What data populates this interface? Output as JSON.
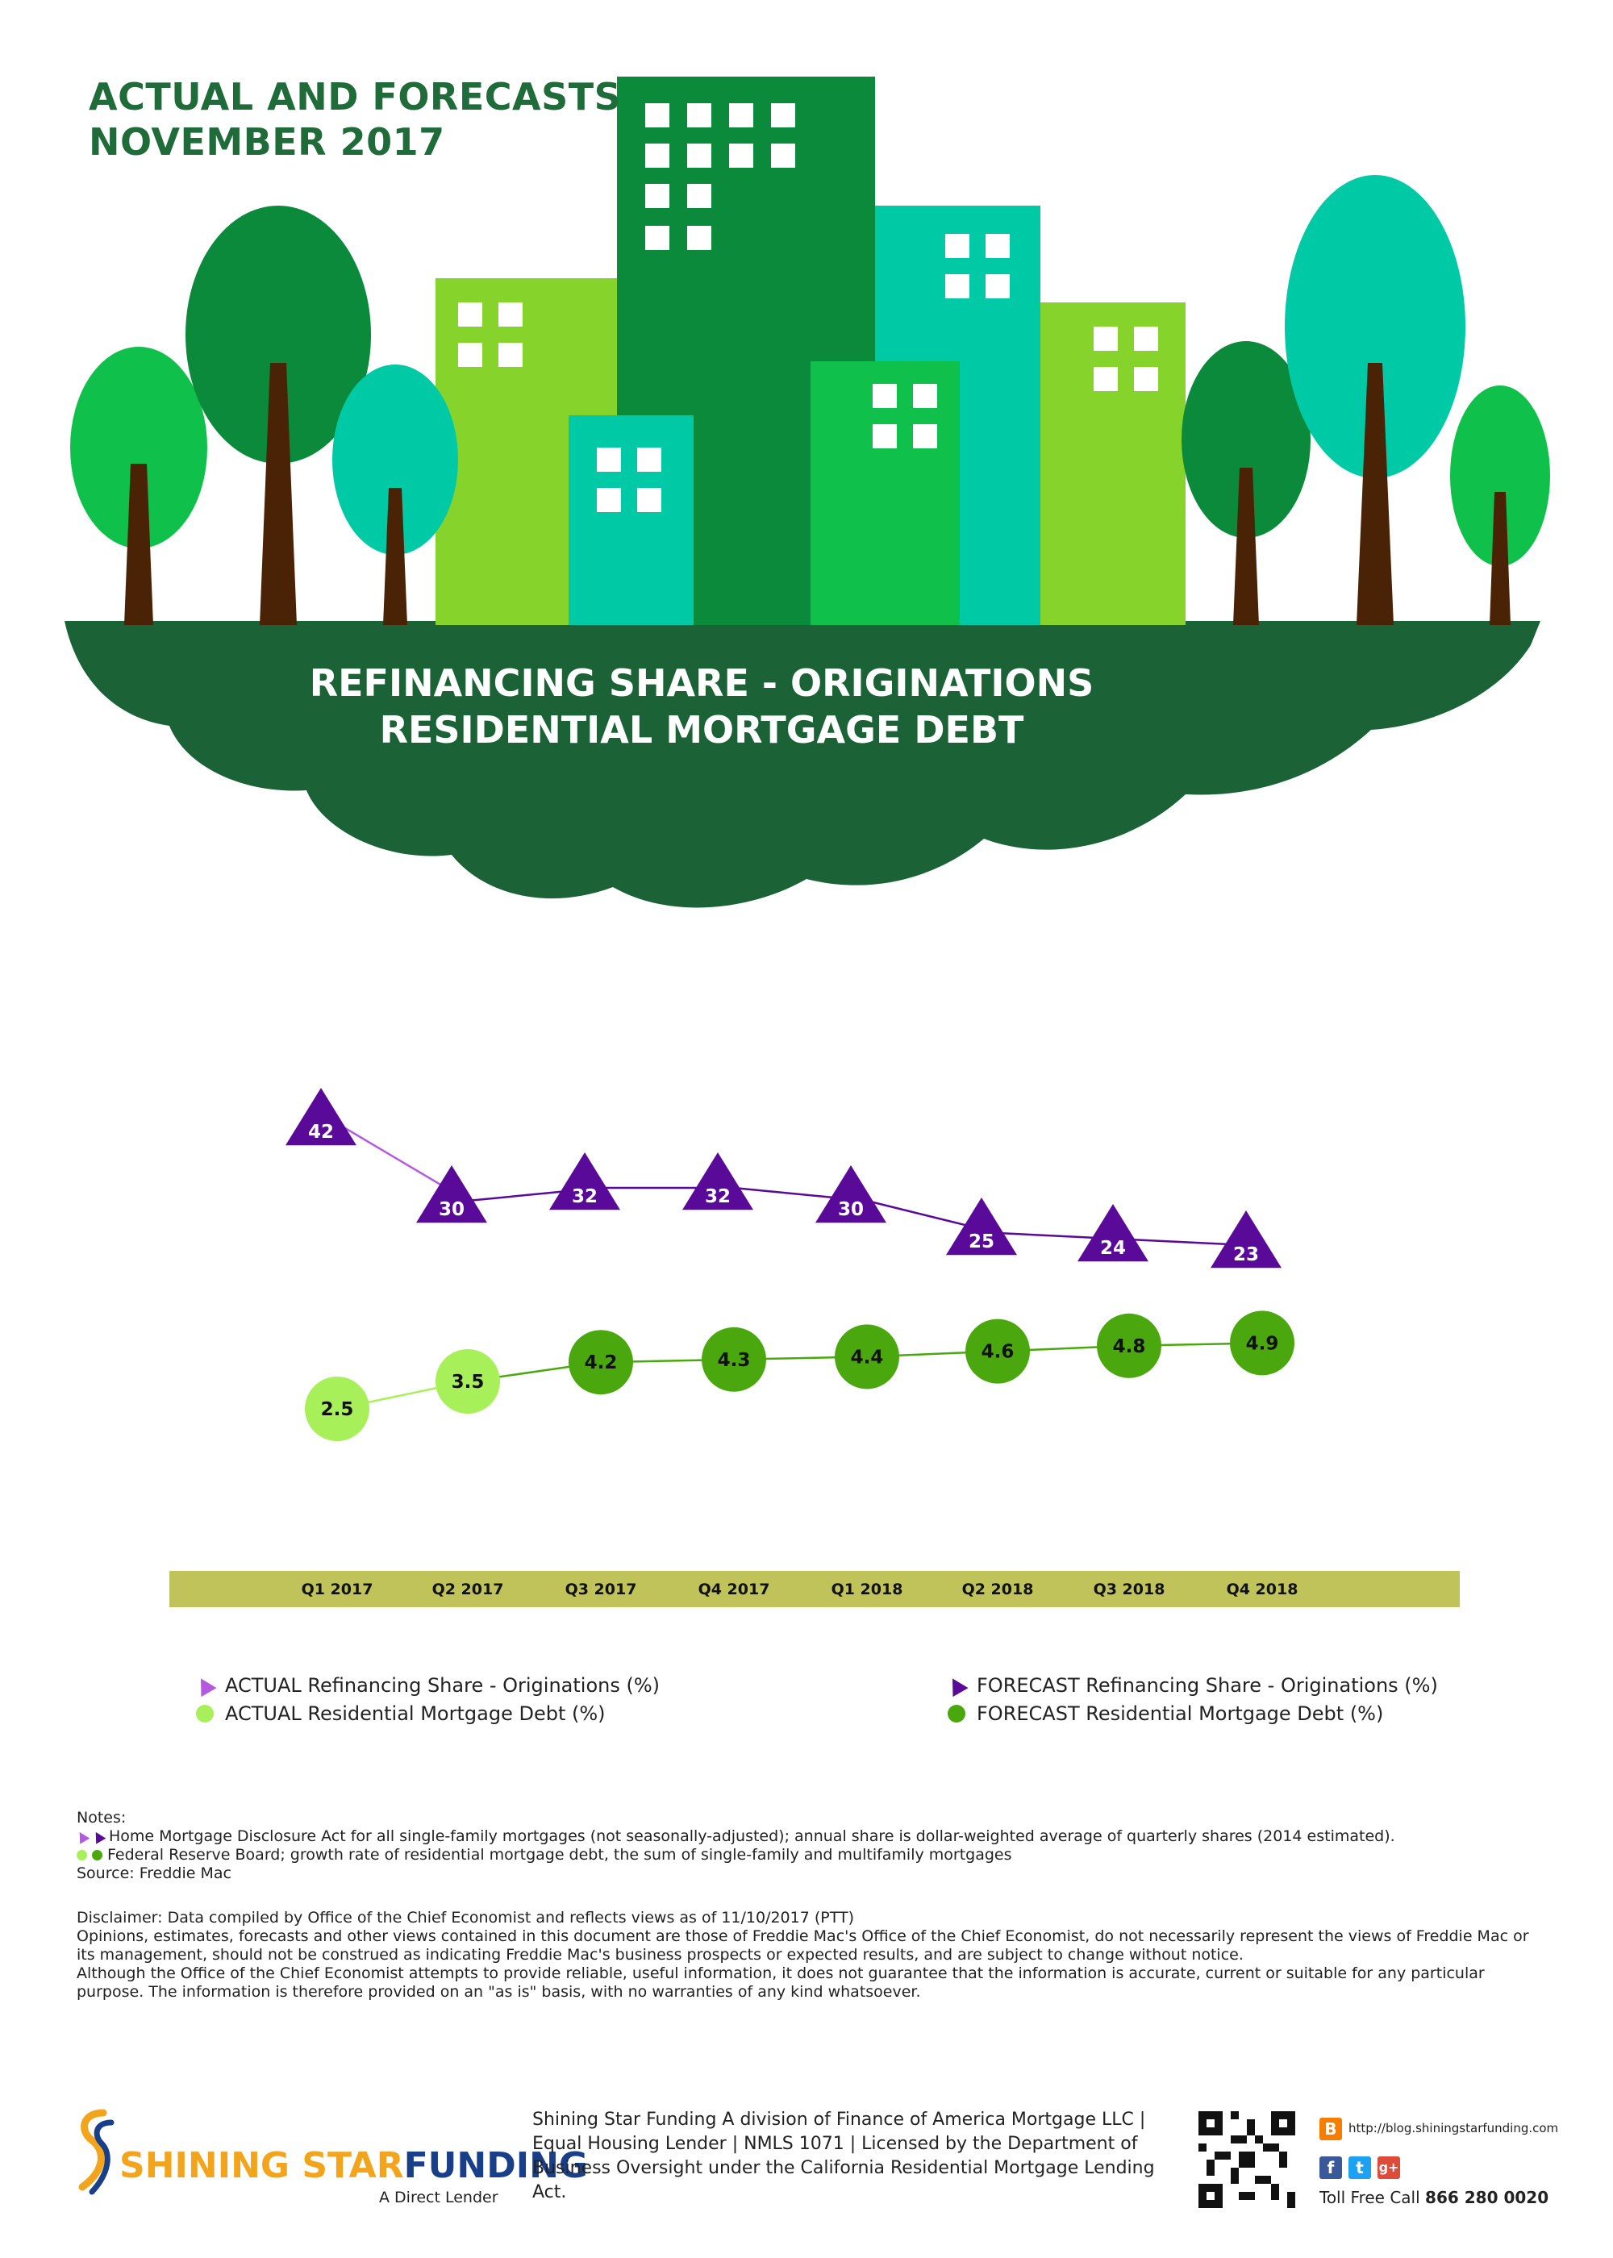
{
  "header": {
    "title_line1": "ACTUAL AND FORECASTS",
    "title_line2": "NOVEMBER 2017"
  },
  "hero": {
    "subtitle_line1": "REFINANCING SHARE - ORIGINATIONS",
    "subtitle_line2": "RESIDENTIAL MORTGAGE DEBT"
  },
  "colors": {
    "dark_green": "#1b6237",
    "tower_green": "#0a8a3a",
    "light_green": "#86d32b",
    "teal": "#00c9a6",
    "bright_green": "#0fc04a",
    "trunk_brown": "#4a2206",
    "purple_actual": "#b55ae0",
    "purple_forecast": "#5a0a98",
    "green_actual": "#a8f05a",
    "green_forecast": "#4aa80e",
    "axis_band": "#c0c25a"
  },
  "chart_data": {
    "type": "line",
    "categories": [
      "Q1 2017",
      "Q2 2017",
      "Q3 2017",
      "Q4 2017",
      "Q1 2018",
      "Q2 2018",
      "Q3 2018",
      "Q4 2018"
    ],
    "series": [
      {
        "name": "Refinancing Share - Originations (%)",
        "marker": "triangle",
        "values": [
          42,
          30,
          32,
          32,
          30,
          25,
          24,
          23
        ],
        "status": [
          "actual",
          "actual",
          "forecast",
          "forecast",
          "forecast",
          "forecast",
          "forecast",
          "forecast"
        ]
      },
      {
        "name": "Residential Mortgage Debt (%)",
        "marker": "circle",
        "values": [
          2.5,
          3.5,
          4.2,
          4.3,
          4.4,
          4.6,
          4.8,
          4.9
        ],
        "status": [
          "actual",
          "actual",
          "forecast",
          "forecast",
          "forecast",
          "forecast",
          "forecast",
          "forecast"
        ]
      }
    ],
    "data_labels": "shown inside markers",
    "gridlines": false
  },
  "legend": {
    "actual_refi": "ACTUAL Refinancing Share - Originations (%)",
    "actual_debt": "ACTUAL Residential Mortgage Debt (%)",
    "forecast_refi": "FORECAST Refinancing Share - Originations (%)",
    "forecast_debt": "FORECAST Residential Mortgage Debt (%)"
  },
  "notes": {
    "heading": "Notes:",
    "refi_note": "Home Mortgage Disclosure Act for all single-family mortgages (not seasonally-adjusted); annual share is dollar-weighted average of quarterly shares (2014 estimated).",
    "debt_note": "Federal Reserve Board; growth rate of residential mortgage debt, the sum of single-family and multifamily mortgages",
    "source_label": "Source:",
    "source_value": "Freddie Mac"
  },
  "disclaimer": {
    "label": "Disclaimer:",
    "line1": "Data compiled by Office of the Chief Economist and reflects views as of 11/10/2017 (PTT)",
    "para2": "Opinions, estimates, forecasts and other views contained in this document are those of Freddie Mac's Office of the Chief Economist, do not necessarily represent the views of Freddie Mac or its management, should not be construed as indicating Freddie Mac's business prospects or expected results, and are subject to change without notice.",
    "para3": "Although the Office of the Chief Economist attempts to provide reliable, useful information, it does not guarantee that the information is accurate, current or suitable for any particular purpose. The information is therefore provided on an \"as is\" basis, with no warranties of any kind whatsoever."
  },
  "footer": {
    "logo_word1": "SHINING",
    "logo_word2": "STAR",
    "logo_word3": "FUNDING",
    "logo_tagline": "A Direct Lender",
    "company_info": "Shining Star Funding A division of Finance of America Mortgage LLC | Equal Housing Lender | NMLS 1071 | Licensed by the Department of Business Oversight under the California Residential Mortgage Lending Act.",
    "blog_url": "http://blog.shiningstarfunding.com",
    "toll_free_label": "Toll Free Call",
    "toll_free_number": "866 280 0020",
    "social_icons": [
      "blogger-icon",
      "facebook-icon",
      "twitter-icon",
      "google-plus-icon"
    ]
  }
}
